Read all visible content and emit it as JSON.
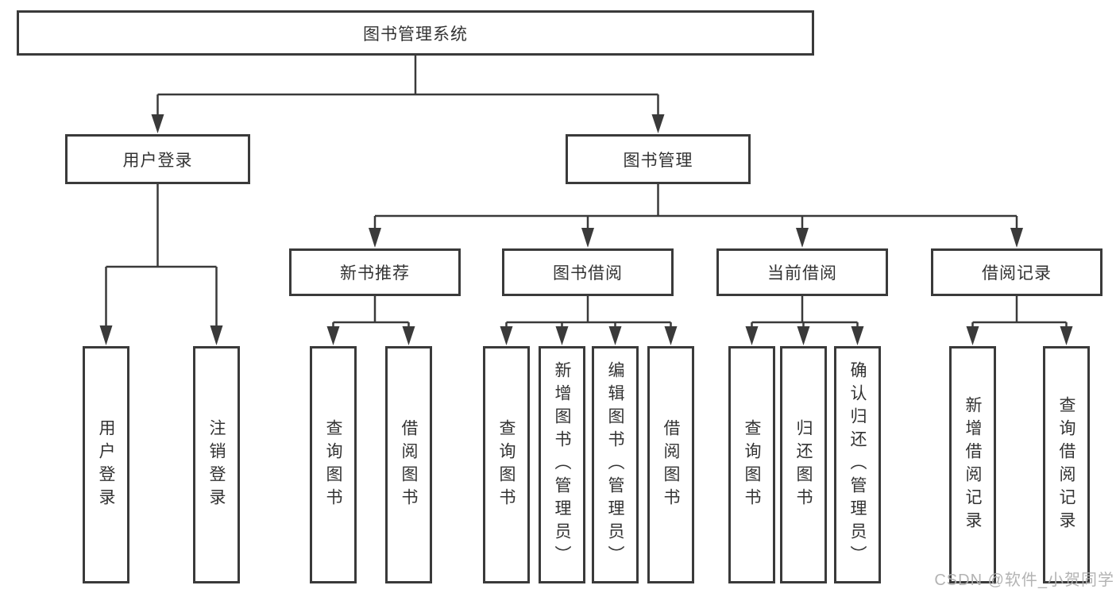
{
  "diagram": {
    "root": {
      "label": "图书管理系统"
    },
    "level2": [
      {
        "label": "用户登录"
      },
      {
        "label": "图书管理"
      }
    ],
    "level3": [
      {
        "label": "新书推荐"
      },
      {
        "label": "图书借阅"
      },
      {
        "label": "当前借阅"
      },
      {
        "label": "借阅记录"
      }
    ],
    "leaves": [
      {
        "label": "用户登录",
        "parent": "用户登录"
      },
      {
        "label": "注销登录",
        "parent": "用户登录"
      },
      {
        "label": "查询图书",
        "parent": "新书推荐"
      },
      {
        "label": "借阅图书",
        "parent": "新书推荐"
      },
      {
        "label": "查询图书",
        "parent": "图书借阅"
      },
      {
        "label": "新增图书（管理员）",
        "parent": "图书借阅"
      },
      {
        "label": "编辑图书（管理员）",
        "parent": "图书借阅"
      },
      {
        "label": "借阅图书",
        "parent": "图书借阅"
      },
      {
        "label": "查询图书",
        "parent": "当前借阅"
      },
      {
        "label": "归还图书",
        "parent": "当前借阅"
      },
      {
        "label": "确认归还（管理员）",
        "parent": "当前借阅"
      },
      {
        "label": "新增借阅记录",
        "parent": "借阅记录"
      },
      {
        "label": "查询借阅记录",
        "parent": "借阅记录"
      }
    ],
    "watermark": "CSDN @软件_小贺同学",
    "colors": {
      "line": "#3a3a3a",
      "text": "#333333",
      "watermark": "#afafaf",
      "background": "#ffffff"
    }
  }
}
